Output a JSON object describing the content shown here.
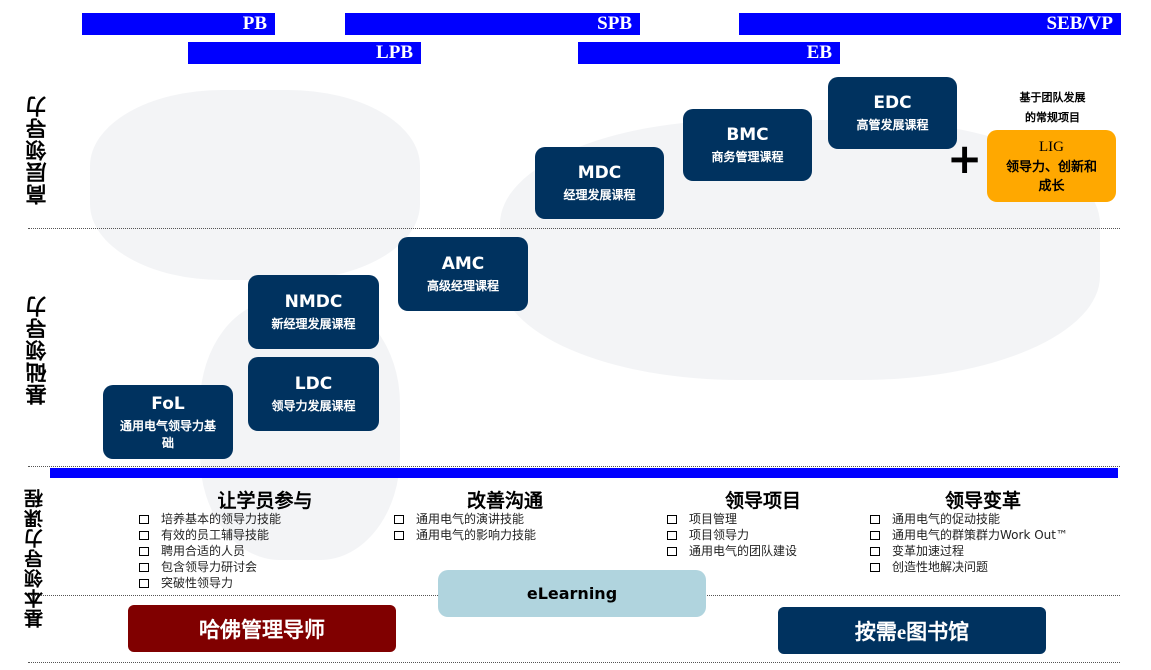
{
  "bands": {
    "pb": "PB",
    "spb": "SPB",
    "seb": "SEB/VP",
    "lpb": "LPB",
    "eb": "EB"
  },
  "row_labels": {
    "senior": "高层领导力",
    "basic": "基础领导力",
    "fundamental": "基本领导力课程"
  },
  "courses": [
    {
      "title": "FoL",
      "subtitle": "通用电气领导力基础"
    },
    {
      "title": "LDC",
      "subtitle": "领导力发展课程"
    },
    {
      "title": "NMDC",
      "subtitle": "新经理发展课程"
    },
    {
      "title": "AMC",
      "subtitle": "高级经理课程"
    },
    {
      "title": "MDC",
      "subtitle": "经理发展课程"
    },
    {
      "title": "BMC",
      "subtitle": "商务管理课程"
    },
    {
      "title": "EDC",
      "subtitle": "高管发展课程"
    }
  ],
  "lig": {
    "note_line1": "基于团队发展",
    "note_line2": "的常规项目",
    "plus": "+",
    "title": "LIG",
    "line1": "领导力、创新和",
    "line2": "成长"
  },
  "sections": [
    {
      "heading": "让学员参与",
      "items": [
        "培养基本的领导力技能",
        "有效的员工辅导技能",
        "聘用合适的人员",
        "包含领导力研讨会",
        "突破性领导力"
      ]
    },
    {
      "heading": "改善沟通",
      "items": [
        "通用电气的演讲技能",
        "通用电气的影响力技能"
      ]
    },
    {
      "heading": "领导项目",
      "items": [
        "项目管理",
        "项目领导力",
        "通用电气的团队建设"
      ]
    },
    {
      "heading": "领导变革",
      "items": [
        "通用电气的促动技能",
        "通用电气的群策群力Work Out™",
        "变革加速过程",
        "创造性地解决问题"
      ]
    }
  ],
  "resources": {
    "elearning": "eLearning",
    "harvard": "哈佛管理导师",
    "library": "按需e图书馆"
  },
  "colors": {
    "navy": "#00325f",
    "blue": "#0000ff",
    "orange": "#ffa800",
    "maroon": "#800000",
    "light": "#b0d4de"
  }
}
